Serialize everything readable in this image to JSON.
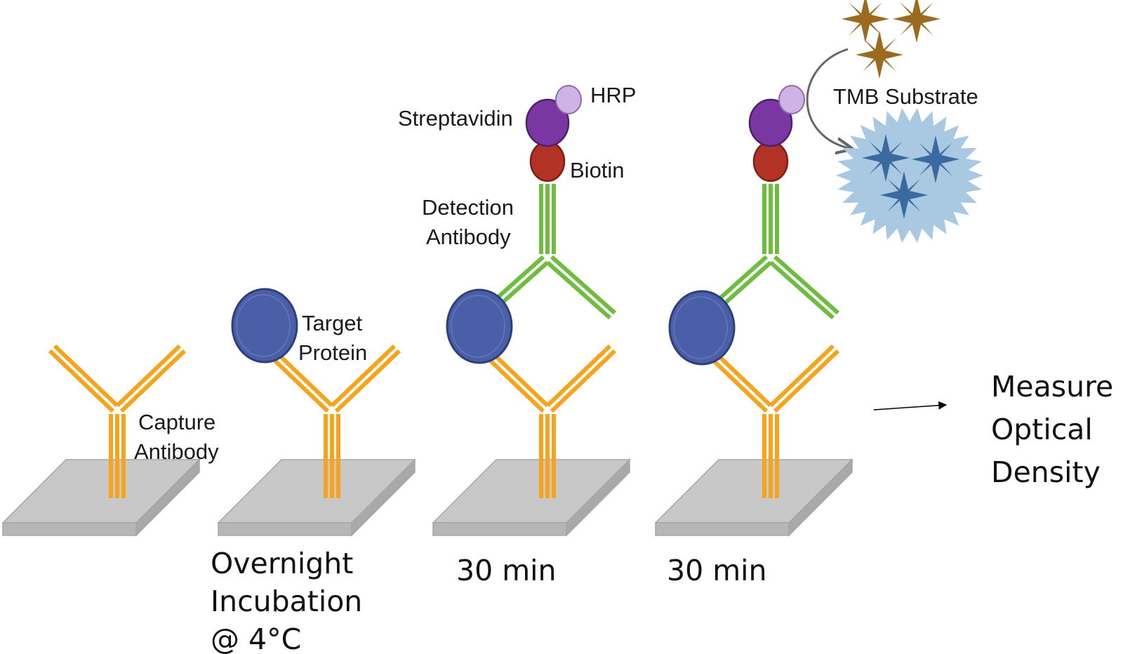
{
  "labels": {
    "capture_antibody": [
      "Capture",
      "Antibody"
    ],
    "target_protein": [
      "Target",
      "Protein"
    ],
    "streptavidin": "Streptavidin",
    "hrp": "HRP",
    "biotin": "Biotin",
    "detection_antibody": [
      "Detection",
      "Antibody"
    ],
    "tmb_substrate": "TMB Substrate"
  },
  "steps": {
    "step2": [
      "Overnight",
      "Incubation",
      "@ 4°C"
    ],
    "step3": "30 min",
    "step4": "30 min",
    "measure": [
      "Measure",
      "Optical",
      "Density"
    ]
  },
  "colors": {
    "capture_antibody": "#f7a31b",
    "detection_antibody": "#6fbd3f",
    "target_protein": "#4a5fa8",
    "streptavidin": "#7a37a3",
    "hrp": "#cdb3e6",
    "biotin": "#b33226",
    "plate": "#c8c8c8",
    "stars": "#9a6a1e",
    "tmb_burst": "#a9c8e2",
    "tmb_stars": "#3a6a9e"
  }
}
